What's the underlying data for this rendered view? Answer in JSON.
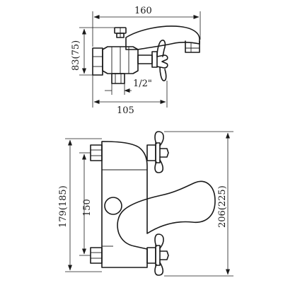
{
  "side_view": {
    "width_overall": "160",
    "height": "83(75)",
    "inlet_thread": "1/2\"",
    "width_body": "105"
  },
  "front_view": {
    "height_overall": "179(185)",
    "centre_distance": "150",
    "spout_height": "206(225)"
  }
}
